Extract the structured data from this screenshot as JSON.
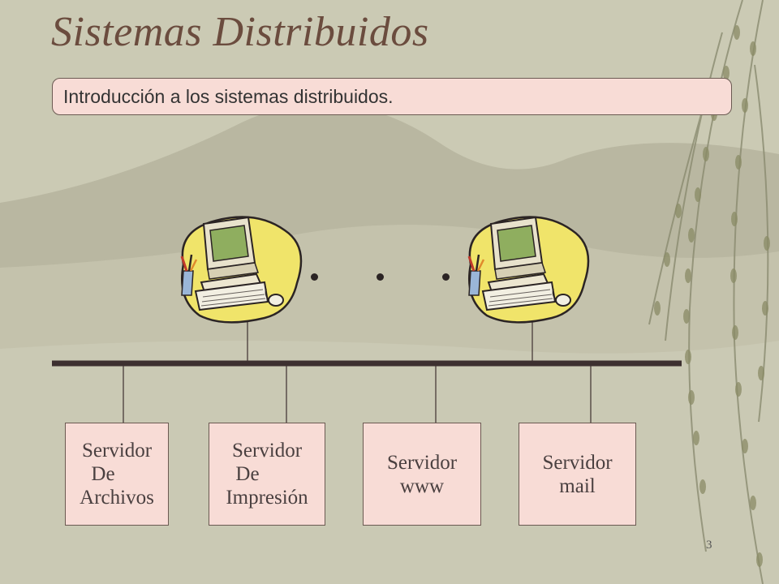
{
  "slide": {
    "title": "Sistemas Distribuidos",
    "subtitle": "Introducción a los sistemas distribuidos.",
    "page_number": "3"
  },
  "servers": [
    {
      "lines": [
        "Servidor",
        "De",
        "Archivos"
      ]
    },
    {
      "lines": [
        "Servidor",
        "De",
        "Impresión"
      ]
    },
    {
      "lines": [
        "Servidor",
        "www"
      ]
    },
    {
      "lines": [
        "Servidor",
        "mail"
      ]
    }
  ],
  "icons": [
    "computer-clipart-icon",
    "computer-clipart-icon"
  ],
  "colors": {
    "title": "#6b4c3e",
    "box_fill": "#f8dcd6",
    "bus": "#3d3030",
    "background": "#c9c8b2"
  }
}
